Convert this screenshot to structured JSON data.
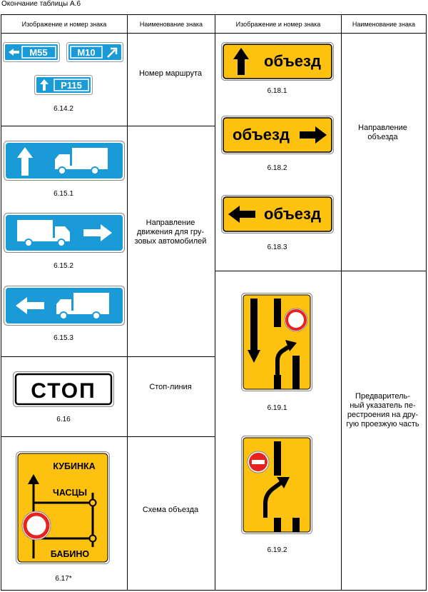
{
  "caption": "Окончание таблицы А.6",
  "headers": [
    "Изображение и номер знака",
    "Наименование знака",
    "Изображение и номер знака",
    "Наименование знака"
  ],
  "colors": {
    "blue": "#1a9ad7",
    "yellow": "#fdc10f",
    "red": "#e52420",
    "white": "#ffffff",
    "black": "#000000"
  },
  "left_rows": [
    {
      "number": "6.14.2",
      "name": "Номер маршрута",
      "signs": [
        {
          "text": "М55"
        },
        {
          "text": "М10"
        },
        {
          "text": "Р115"
        }
      ]
    },
    {
      "number_1": "6.15.1",
      "number_2": "6.15.2",
      "number_3": "6.15.3",
      "name_line1": "Направление",
      "name_line2": "движения для гру-",
      "name_line3": "зовых автомобилей"
    },
    {
      "number": "6.16",
      "name": "Стоп-линия",
      "sign_text": "СТОП"
    },
    {
      "number": "6.17*",
      "name": "Схема объезда",
      "places": [
        "КУБИНКА",
        "ЧАСЦЫ",
        "БАБИНО"
      ]
    }
  ],
  "right_rows": [
    {
      "number_1": "6.18.1",
      "number_2": "6.18.2",
      "number_3": "6.18.3",
      "sign_text": "объезд",
      "name_line1": "Направление",
      "name_line2": "объезда"
    },
    {
      "number_1": "6.19.1",
      "number_2": "6.19.2",
      "name_line1": "Предваритель-",
      "name_line2": "ный указатель пе-",
      "name_line3": "рестроения на дру-",
      "name_line4": "гую проезжую часть"
    }
  ]
}
